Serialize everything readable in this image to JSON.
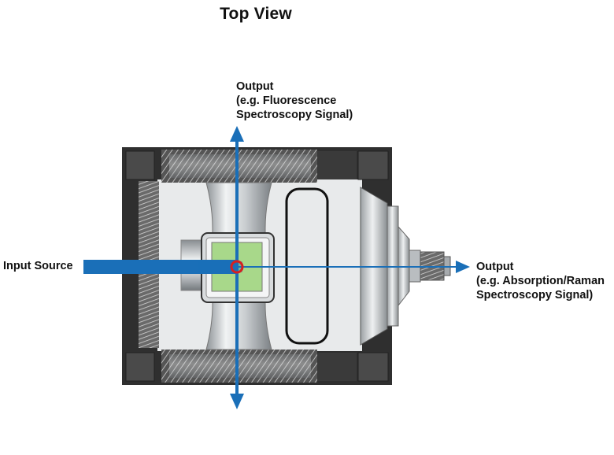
{
  "title": "Top View",
  "labels": {
    "output_top": {
      "line1": "Output",
      "line2": "(e.g. Fluorescence",
      "line3": "Spectroscopy Signal)"
    },
    "input_source": "Input Source",
    "output_right": {
      "line1": "Output",
      "line2": "(e.g. Absorption/Raman",
      "line3": "Spectroscopy Signal)"
    }
  },
  "colors": {
    "beam": "#1a6fb8",
    "sample_window": "#a8d88a",
    "focal_marker": "#d62020",
    "housing_dark": "#3a3a3a",
    "housing_metal": "#cfd3d6"
  }
}
